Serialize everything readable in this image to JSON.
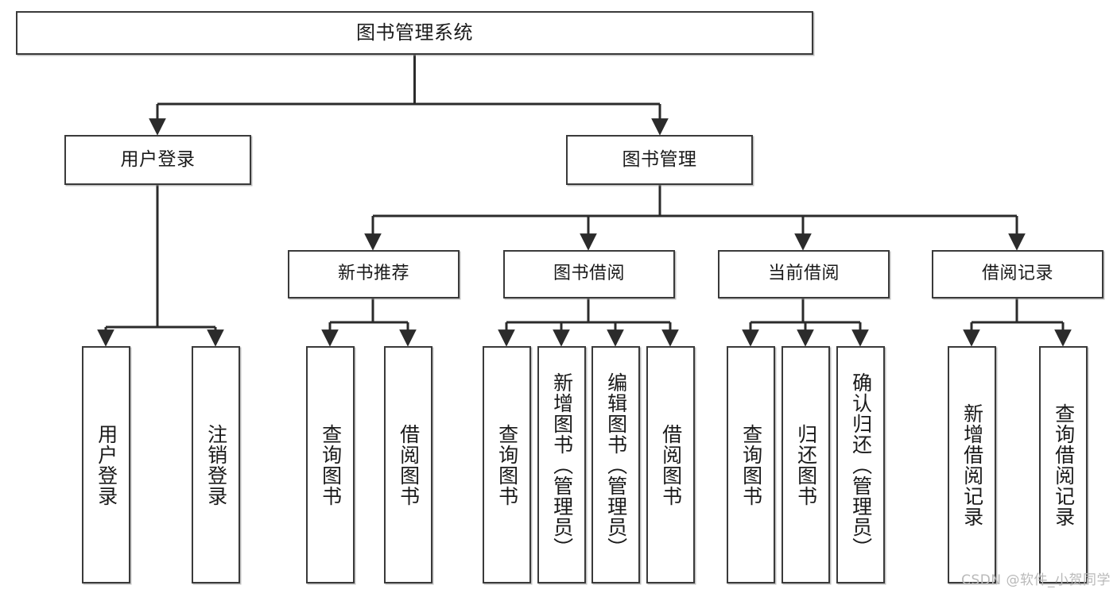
{
  "diagram": {
    "title": "图书管理系统",
    "type": "tree-hierarchy-diagram",
    "colors": {
      "box_border": "#3a3a3a",
      "box_fill": "#ffffff",
      "connector": "#2b2b2b",
      "text": "#1a1a1a",
      "watermark": "#b9b9b9"
    },
    "root": {
      "label": "图书管理系统"
    },
    "level2": [
      {
        "label": "用户登录"
      },
      {
        "label": "图书管理"
      }
    ],
    "level3": [
      {
        "label": "新书推荐"
      },
      {
        "label": "图书借阅"
      },
      {
        "label": "当前借阅"
      },
      {
        "label": "借阅记录"
      }
    ],
    "leaves": {
      "user_login": [
        {
          "label": "用户登录"
        },
        {
          "label": "注销登录"
        }
      ],
      "new_book_recommend": [
        {
          "label": "查询图书"
        },
        {
          "label": "借阅图书"
        }
      ],
      "book_borrow": [
        {
          "label": "查询图书"
        },
        {
          "label": "新增图书（管理员）"
        },
        {
          "label": "编辑图书（管理员）"
        },
        {
          "label": "借阅图书"
        }
      ],
      "current_borrow": [
        {
          "label": "查询图书"
        },
        {
          "label": "归还图书"
        },
        {
          "label": "确认归还（管理员）"
        }
      ],
      "borrow_record": [
        {
          "label": "新增借阅记录"
        },
        {
          "label": "查询借阅记录"
        }
      ]
    }
  },
  "watermark": {
    "text": "CSDN @软件_小贺同学"
  }
}
